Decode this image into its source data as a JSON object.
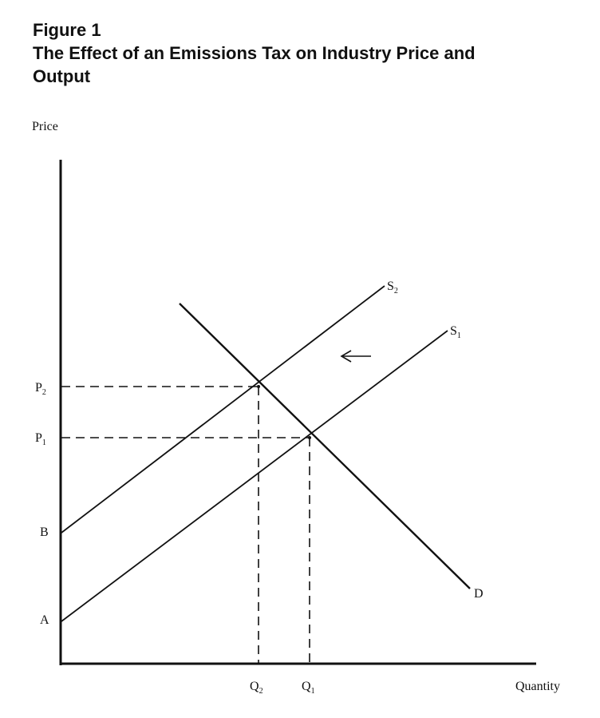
{
  "figure": {
    "number": "Figure 1",
    "title_line1": "The Effect of an Emissions Tax on Industry Price and",
    "title_line2": "Output"
  },
  "axes": {
    "y_label": "Price",
    "x_label": "Quantity"
  },
  "curves": {
    "demand": "D",
    "supply_1": {
      "letter": "S",
      "sub": "1"
    },
    "supply_2": {
      "letter": "S",
      "sub": "2"
    }
  },
  "price_labels": {
    "p2": {
      "letter": "P",
      "sub": "2"
    },
    "p1": {
      "letter": "P",
      "sub": "1"
    },
    "b": "B",
    "a": "A"
  },
  "quantity_labels": {
    "q2": {
      "letter": "Q",
      "sub": "2"
    },
    "q1": {
      "letter": "Q",
      "sub": "1"
    }
  },
  "shift_arrow": "←"
}
